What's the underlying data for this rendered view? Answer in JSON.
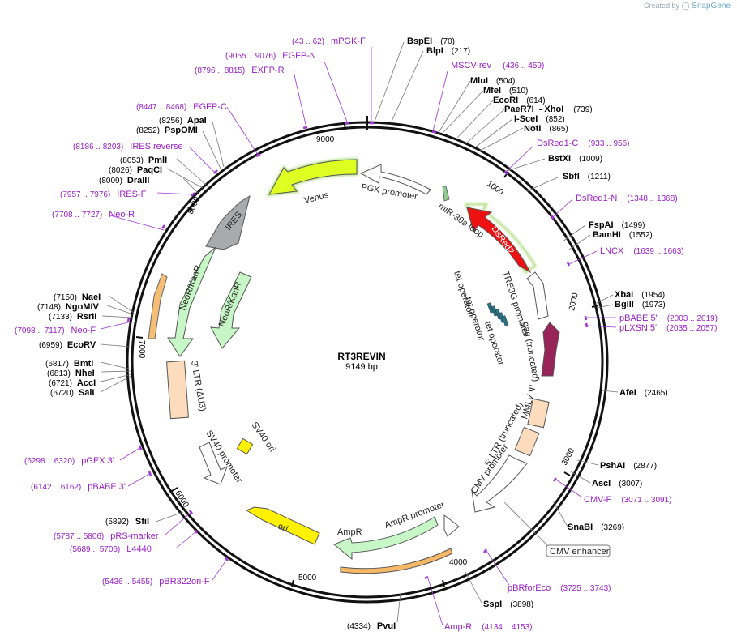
{
  "credit": {
    "prefix": "Created by",
    "brand": "SnapGene"
  },
  "plasmid": {
    "name": "RT3REVIN",
    "length_label": "9149 bp",
    "length": 9149
  },
  "ticks": [
    "1000",
    "2000",
    "3000",
    "4000",
    "5000",
    "6000",
    "7000",
    "8000",
    "9000"
  ],
  "enzymes": [
    {
      "name": "BspEI",
      "pos": "(70)"
    },
    {
      "name": "BlpI",
      "pos": "(217)"
    },
    {
      "name": "MluI",
      "pos": "(504)"
    },
    {
      "name": "MfeI",
      "pos": "(510)"
    },
    {
      "name": "EcoRI",
      "pos": "(614)"
    },
    {
      "name": "PaeR7I",
      "extra": "- XhoI",
      "pos": "(739)"
    },
    {
      "name": "I-SceI",
      "pos": "(852)"
    },
    {
      "name": "NotI",
      "pos": "(865)"
    },
    {
      "name": "BstXI",
      "pos": "(1009)"
    },
    {
      "name": "SbfI",
      "pos": "(1211)"
    },
    {
      "name": "FspAI",
      "pos": "(1499)"
    },
    {
      "name": "BamHI",
      "pos": "(1552)"
    },
    {
      "name": "XbaI",
      "pos": "(1954)"
    },
    {
      "name": "BglII",
      "pos": "(1973)"
    },
    {
      "name": "AfeI",
      "pos": "(2465)"
    },
    {
      "name": "PshAI",
      "pos": "(2877)"
    },
    {
      "name": "AscI",
      "pos": "(3007)"
    },
    {
      "name": "SnaBI",
      "pos": "(3269)"
    },
    {
      "name": "SspI",
      "pos": "(3898)"
    },
    {
      "name": "PvuI",
      "pos": "(4334)"
    },
    {
      "name": "SfiI",
      "pos": "(5892)"
    },
    {
      "name": "SalI",
      "pos": "(6720)"
    },
    {
      "name": "AccI",
      "pos": "(6721)"
    },
    {
      "name": "NheI",
      "pos": "(6813)"
    },
    {
      "name": "BmtI",
      "pos": "(6817)"
    },
    {
      "name": "EcoRV",
      "pos": "(6959)"
    },
    {
      "name": "RsrII",
      "pos": "(7133)"
    },
    {
      "name": "NgoMIV",
      "pos": "(7148)"
    },
    {
      "name": "NaeI",
      "pos": "(7150)"
    },
    {
      "name": "DraIII",
      "pos": "(8009)"
    },
    {
      "name": "PaqCI",
      "pos": "(8026)"
    },
    {
      "name": "PmlI",
      "pos": "(8053)"
    },
    {
      "name": "PspOMI",
      "pos": "(8252)"
    },
    {
      "name": "ApaI",
      "pos": "(8256)"
    }
  ],
  "primers": [
    {
      "name": "mPGK-F",
      "range": "(43 .. 62)"
    },
    {
      "name": "EGFP-N",
      "range": "(9055 .. 9076)"
    },
    {
      "name": "EXFP-R",
      "range": "(8796 .. 8815)"
    },
    {
      "name": "EGFP-C",
      "range": "(8447 .. 8468)"
    },
    {
      "name": "IRES reverse",
      "range": "(8186 .. 8203)"
    },
    {
      "name": "IRES-F",
      "range": "(7957 .. 7976)"
    },
    {
      "name": "Neo-R",
      "range": "(7708 .. 7727)"
    },
    {
      "name": "Neo-F",
      "range": "(7098 .. 7117)"
    },
    {
      "name": "MSCV-rev",
      "range": "(436 .. 459)"
    },
    {
      "name": "DsRed1-C",
      "range": "(933 .. 956)"
    },
    {
      "name": "DsRed1-N",
      "range": "(1348 .. 1368)"
    },
    {
      "name": "LNCX",
      "range": "(1639 .. 1663)"
    },
    {
      "name": "pBABE 5'",
      "range": "(2003 .. 2019)"
    },
    {
      "name": "pLXSN 5'",
      "range": "(2035 .. 2057)"
    },
    {
      "name": "CMV-F",
      "range": "(3071 .. 3091)"
    },
    {
      "name": "pBRforEco",
      "range": "(3725 .. 3743)"
    },
    {
      "name": "Amp-R",
      "range": "(4134 .. 4153)"
    },
    {
      "name": "pGEX 3'",
      "range": "(6298 .. 6320)"
    },
    {
      "name": "pBABE 3'",
      "range": "(6142 .. 6162)"
    },
    {
      "name": "pRS-marker",
      "range": "(5787 .. 5806)"
    },
    {
      "name": "L4440",
      "range": "(5689 .. 5706)"
    },
    {
      "name": "pBR322ori-F",
      "range": "(5436 .. 5455)"
    }
  ],
  "features": [
    {
      "name": "PGK promoter",
      "color": "#ffffff"
    },
    {
      "name": "Venus",
      "color": "#ddff22"
    },
    {
      "name": "IRES",
      "color": "#a8abad"
    },
    {
      "name": "NeoR/KanR",
      "color": "#c7f7c7"
    },
    {
      "name": "NeoR/KanR",
      "color": "#c7f7c7"
    },
    {
      "name": "3' LTR (ΔU3)",
      "color": "#fddcbd"
    },
    {
      "name": "SV40 promoter",
      "color": "#ffffff"
    },
    {
      "name": "SV40 ori",
      "color": "#fff200"
    },
    {
      "name": "ori",
      "color": "#fff200"
    },
    {
      "name": "AmpR",
      "color": "#c7f7c7"
    },
    {
      "name": "AmpR promoter",
      "color": "#ffffff"
    },
    {
      "name": "CMV promoter",
      "color": "#ffffff"
    },
    {
      "name": "5' LTR (truncated)",
      "color": "#fddcbd"
    },
    {
      "name": "MMLV Ψ",
      "color": "#fddcbd"
    },
    {
      "name": "gag (truncated)",
      "color": "#99245a"
    },
    {
      "name": "TRE3G promoter",
      "color": "#ffffff"
    },
    {
      "name": "tet operator",
      "color": "#2e6f80"
    },
    {
      "name": "DsRed2",
      "color": "#ee1111"
    },
    {
      "name": "miR-30a loop",
      "color": "#8fcc8f"
    },
    {
      "name": "CMV enhancer",
      "color": "#ffffff"
    }
  ]
}
